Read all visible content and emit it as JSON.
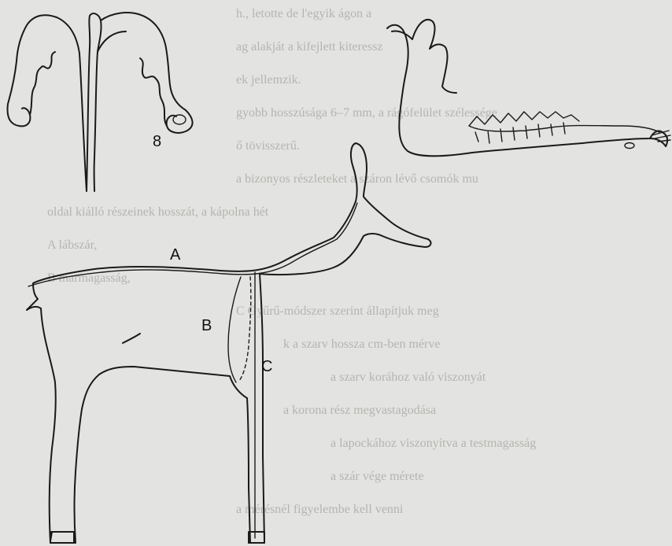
{
  "figure": {
    "antler_label": "8",
    "measure_labels": {
      "a": "A",
      "b": "B",
      "c": "C"
    }
  },
  "colors": {
    "paper": "#e3e3e1",
    "ink": "#1a1a1a",
    "show_through": "#b4b4b0"
  },
  "show_through_lines": [
    "h., letotte de l'egyik ágon a",
    "ag alakját a kifejlett kiteressz",
    "ek jellemzik.",
    "gyobb hosszúsága 6–7 mm, a rágófelület szélessége",
    "ő tövisszerű.",
    "a bizonyos részleteket a száron lévő csomók mu",
    "oldal kiálló részeinek hosszát, a kápolna hét",
    "A lábszár,",
    "B marmagasság,",
    "C Gyűrű-módszer szerint állapítjuk meg",
    "k a szarv hossza cm-ben mérve",
    "a szarv korához való viszonyát",
    "a korona rész megvastagodása",
    "a lapockához viszonyítva a testmagasság",
    "a szár vége mérete",
    "a mérésnél figyelembe kell venni"
  ]
}
